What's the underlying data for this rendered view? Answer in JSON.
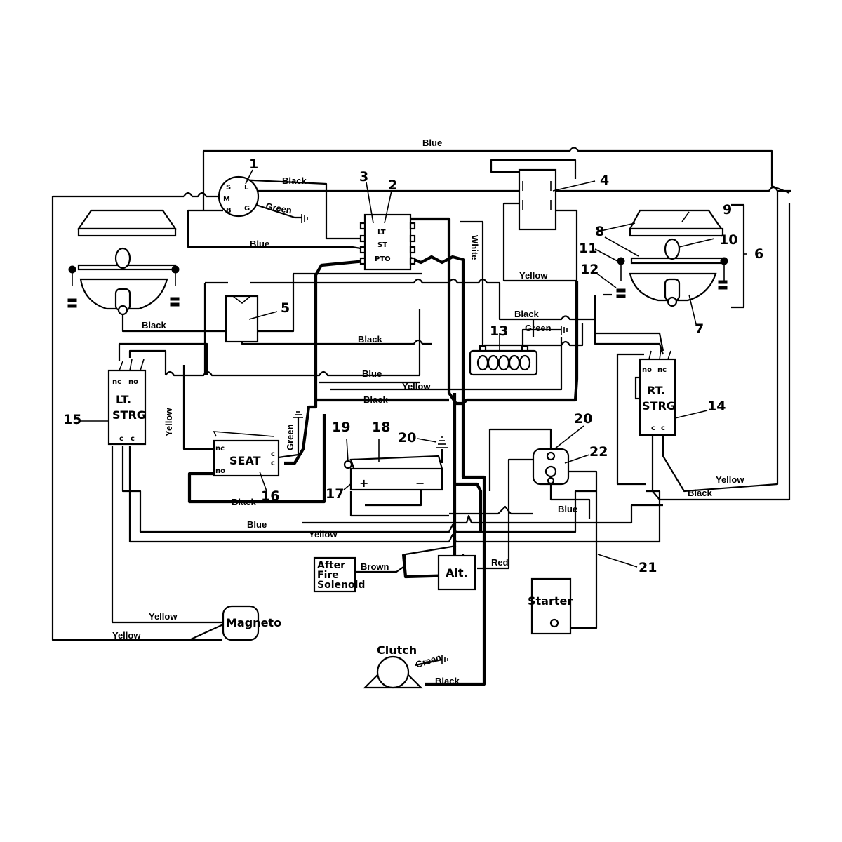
{
  "callouts": [
    "1",
    "2",
    "3",
    "4",
    "5",
    "6",
    "7",
    "8",
    "9",
    "10",
    "11",
    "12",
    "13",
    "14",
    "15",
    "16",
    "17",
    "18",
    "19",
    "20",
    "20",
    "21",
    "22"
  ],
  "wire_colors": {
    "blue_top": "Blue",
    "black_ign": "Black",
    "green_ign": "Green",
    "blue_ign": "Blue",
    "white": "White",
    "yellow_relay": "Yellow",
    "black_lamp": "Black",
    "black_mid": "Black",
    "green_13": "Green",
    "black_right": "Black",
    "blue_mid": "Blue",
    "yellow_mid": "Yellow",
    "black_lower": "Black",
    "green_seat": "Green",
    "black_seat": "Black",
    "blue_low": "Blue",
    "yellow_low": "Yellow",
    "blue_starter": "Blue",
    "yellow_right": "Yellow",
    "black_rt": "Black",
    "brown": "Brown",
    "red": "Red",
    "yellow_mag1": "Yellow",
    "yellow_mag2": "Yellow",
    "green_clutch": "Green",
    "black_clutch": "Black"
  },
  "switch_terminals": {
    "s": "S",
    "l": "L",
    "m": "M",
    "b": "B",
    "g": "G"
  },
  "module_terminals": {
    "lt": "LT",
    "st": "ST",
    "pto": "PTO"
  },
  "lt_strg": {
    "label1": "LT.",
    "label2": "STRG",
    "nc": "nc",
    "no": "no",
    "c1": "c",
    "c2": "c"
  },
  "rt_strg": {
    "label1": "RT.",
    "label2": "STRG",
    "no": "no",
    "nc": "nc",
    "c1": "c",
    "c2": "c"
  },
  "seat": {
    "label": "SEAT",
    "nc": "nc",
    "no": "no",
    "c1": "c",
    "c2": "c"
  },
  "battery": {
    "plus": "+",
    "minus": "−"
  },
  "components": {
    "afterfire_1": "After",
    "afterfire_2": "Fire",
    "afterfire_3": "Solenoid",
    "alt": "Alt.",
    "starter": "Starter",
    "magneto": "Magneto",
    "clutch": "Clutch"
  }
}
